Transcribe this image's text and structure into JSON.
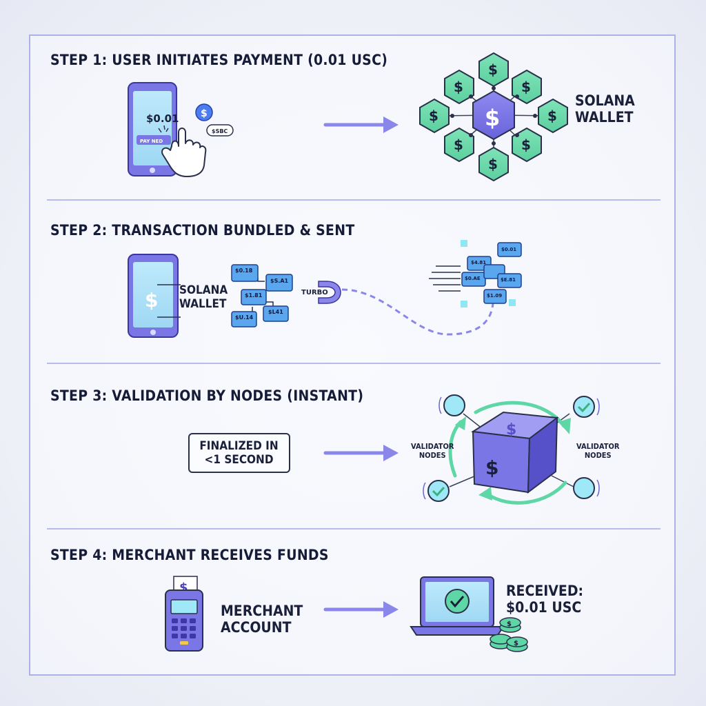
{
  "steps": [
    {
      "title": "STEP 1: USER INITIATES PAYMENT (0.01 USC)"
    },
    {
      "title": "STEP 2: TRANSACTION BUNDLED & SENT"
    },
    {
      "title": "STEP 3: VALIDATION BY NODES (INSTANT)"
    },
    {
      "title": "STEP 4: MERCHANT RECEIVES FUNDS"
    }
  ],
  "step1": {
    "phone_amount": "$0.01",
    "phone_button": "PAY NED",
    "token_tag": "$SBC",
    "wallet_label_line1": "SOLANA",
    "wallet_label_line2": "WALLET"
  },
  "step2": {
    "wallet_label_line1": "SOLANA",
    "wallet_label_line2": "WALLET",
    "turbo_label": "TURBO",
    "packet_a": "$0.18",
    "packet_b": "$S.A1",
    "packet_c": "$1.81",
    "packet_d": "$L41",
    "packet_e": "$U.14",
    "packet_f": "$4.81",
    "packet_g": "$0.01",
    "packet_h": "$0.AE",
    "packet_i": "$E.81",
    "packet_j": "$1.09"
  },
  "step3": {
    "finalized_line1": "FINALIZED IN",
    "finalized_line2": "<1 SECOND",
    "validator_left_line1": "VALIDATOR",
    "validator_left_line2": "NODES",
    "validator_right_line1": "VALIDATOR",
    "validator_right_line2": "NODES"
  },
  "step4": {
    "merchant_line1": "MERCHANT",
    "merchant_line2": "ACCOUNT",
    "received_line1": "RECEIVED:",
    "received_line2": "$0.01 USC"
  },
  "colors": {
    "purple": "#7b76e6",
    "purple_dark": "#4a44b8",
    "green": "#5fd6a6",
    "cyan": "#8fe6f5",
    "navy": "#1a1f3a"
  }
}
